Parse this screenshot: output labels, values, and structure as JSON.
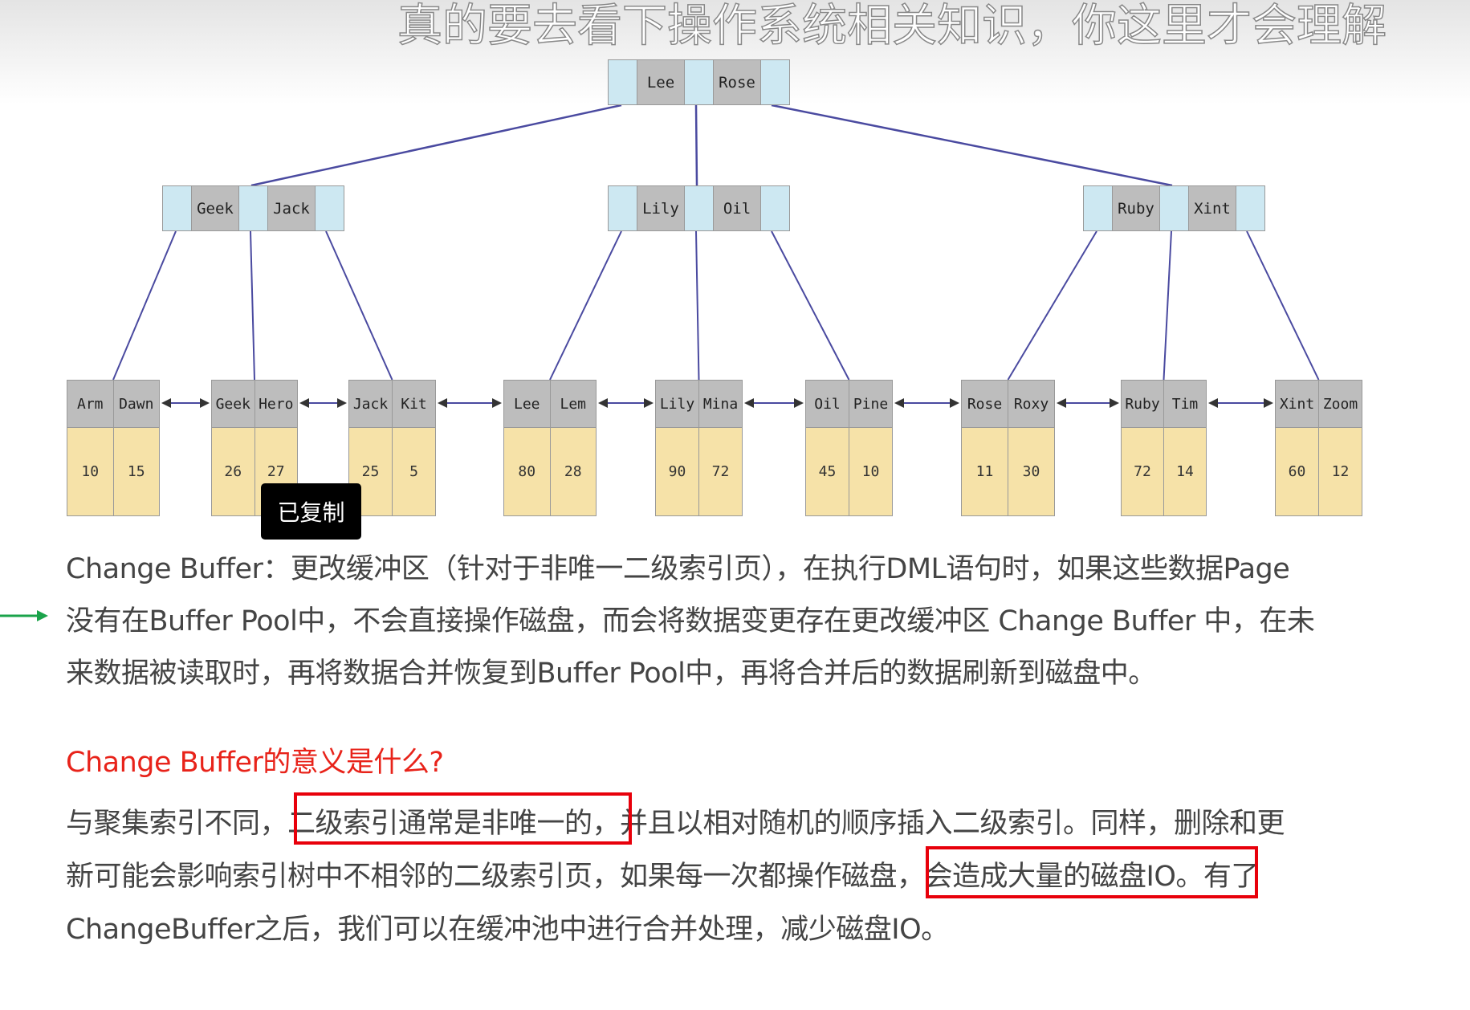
{
  "subtitle_overlay": "真的要去看下操作系统相关知识，你这里才会理解",
  "tree": {
    "root": {
      "keys": [
        "Lee",
        "Rose"
      ]
    },
    "internal": [
      {
        "keys": [
          "Geek",
          "Jack"
        ]
      },
      {
        "keys": [
          "Lily",
          "Oil"
        ]
      },
      {
        "keys": [
          "Ruby",
          "Xint"
        ]
      }
    ],
    "leaves": [
      {
        "keys": [
          "Arm",
          "Dawn"
        ],
        "values": [
          "10",
          "15"
        ]
      },
      {
        "keys": [
          "Geek",
          "Hero"
        ],
        "values": [
          "26",
          "27"
        ]
      },
      {
        "keys": [
          "Jack",
          "Kit"
        ],
        "values": [
          "25",
          "5"
        ]
      },
      {
        "keys": [
          "Lee",
          "Lem"
        ],
        "values": [
          "80",
          "28"
        ]
      },
      {
        "keys": [
          "Lily",
          "Mina"
        ],
        "values": [
          "90",
          "72"
        ]
      },
      {
        "keys": [
          "Oil",
          "Pine"
        ],
        "values": [
          "45",
          "10"
        ]
      },
      {
        "keys": [
          "Rose",
          "Roxy"
        ],
        "values": [
          "11",
          "30"
        ]
      },
      {
        "keys": [
          "Ruby",
          "Tim"
        ],
        "values": [
          "72",
          "14"
        ]
      },
      {
        "keys": [
          "Xint",
          "Zoom"
        ],
        "values": [
          "60",
          "12"
        ]
      }
    ]
  },
  "tooltip": "已复制",
  "paragraph1": [
    "Change Buffer：更改缓冲区（针对于非唯一二级索引页），在执行DML语句时，如果这些数据Page",
    "没有在Buffer Pool中，不会直接操作磁盘，而会将数据变更存在更改缓冲区 Change Buffer 中，在未",
    "来数据被读取时，再将数据合并恢复到Buffer Pool中，再将合并后的数据刷新到磁盘中。"
  ],
  "heading": "Change Buffer的意义是什么?",
  "paragraph2": [
    "与聚集索引不同，二级索引通常是非唯一的，并且以相对随机的顺序插入二级索引。同样，删除和更",
    "新可能会影响索引树中不相邻的二级索引页，如果每一次都操作磁盘，会造成大量的磁盘IO。有了",
    "ChangeBuffer之后，我们可以在缓冲池中进行合并处理，减少磁盘IO。"
  ],
  "colors": {
    "heading": "#e8231a",
    "highlight_box": "#e8000b",
    "arrow": "#1aa34a",
    "leaf_value_bg": "#f6e2a8",
    "key_bg": "#bdbdbd",
    "pointer_bg": "#cde8f2",
    "edge": "#4a4aa0"
  }
}
